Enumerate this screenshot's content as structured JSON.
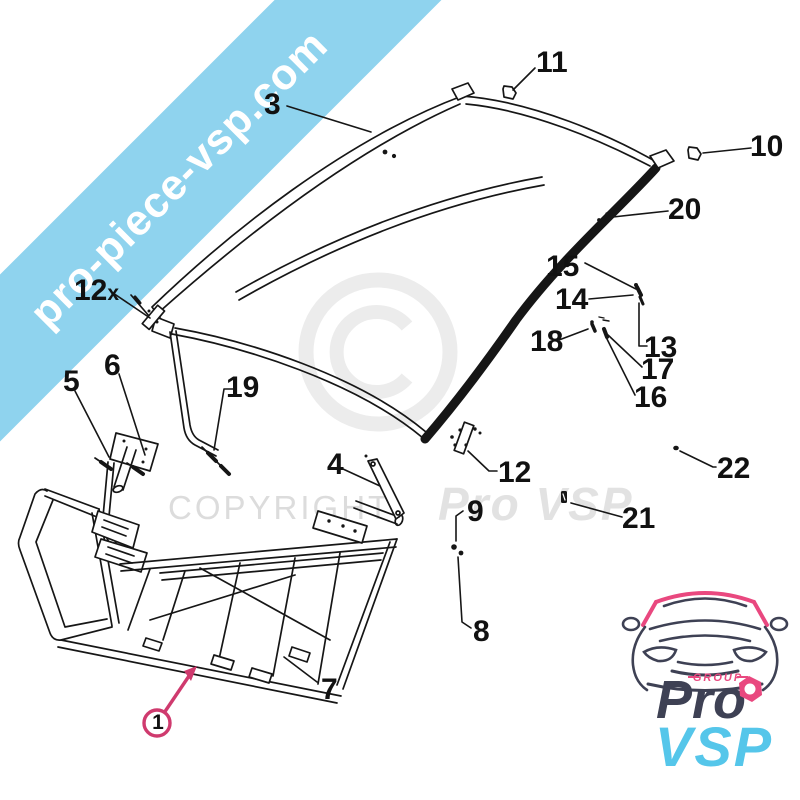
{
  "watermarks": {
    "ribbon_text": "pro-piece-vsp.com",
    "copyright_prefix": "COPYRIGHT",
    "copyright_brand": "Pro VSP"
  },
  "diagram": {
    "description": "Exploded parts diagram of roof panel and chassis frame",
    "highlight_number": "1",
    "duplicate_part": {
      "number": "12",
      "suffix": "x"
    },
    "callouts": {
      "c3": "3",
      "c4": "4",
      "c5": "5",
      "c6": "6",
      "c7": "7",
      "c8": "8",
      "c9": "9",
      "c10": "10",
      "c11": "11",
      "c12": "12",
      "c13": "13",
      "c14": "14",
      "c15": "15",
      "c16": "16",
      "c17": "17",
      "c18": "18",
      "c19": "19",
      "c20": "20",
      "c21": "21",
      "c22": "22"
    }
  },
  "logo": {
    "group_label": "GROUP",
    "brand_top": "Pro",
    "brand_bottom": "VSP"
  },
  "colors": {
    "ribbon_blue": "#8fd3ee",
    "highlight_pink": "#cf3a6e",
    "logo_pink": "#e9487f",
    "logo_dark": "#3e4154",
    "logo_cyan": "#55c6ea",
    "line_black": "#161616",
    "watermark_gray": "#dcdcdc"
  }
}
